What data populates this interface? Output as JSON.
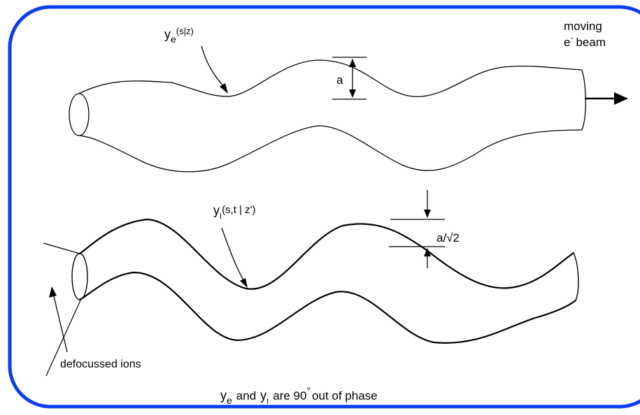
{
  "frame": {
    "border_color": "#0a3cf0"
  },
  "labels": {
    "electron_curve": {
      "symbol": "y",
      "subscript": "e",
      "args": "(s|z)"
    },
    "beam_word_1": "moving",
    "beam_word_2_base": "e",
    "beam_word_2_sup": "-",
    "beam_word_2_rest": "beam",
    "amp_top": "a",
    "ion_curve": {
      "symbol": "y",
      "subscript": "I",
      "args": "(s,t | z')"
    },
    "amp_bottom_base": "a",
    "amp_bottom_div": "/",
    "amp_bottom_root": "√2",
    "ions": "defocussed ions",
    "caption_symbol_1": "y",
    "caption_sub_1": "e",
    "caption_and": "and",
    "caption_symbol_2": "y",
    "caption_sub_2": "I",
    "caption_rest_1": "are 90",
    "caption_degree": "°",
    "caption_rest_2": "out of phase"
  }
}
